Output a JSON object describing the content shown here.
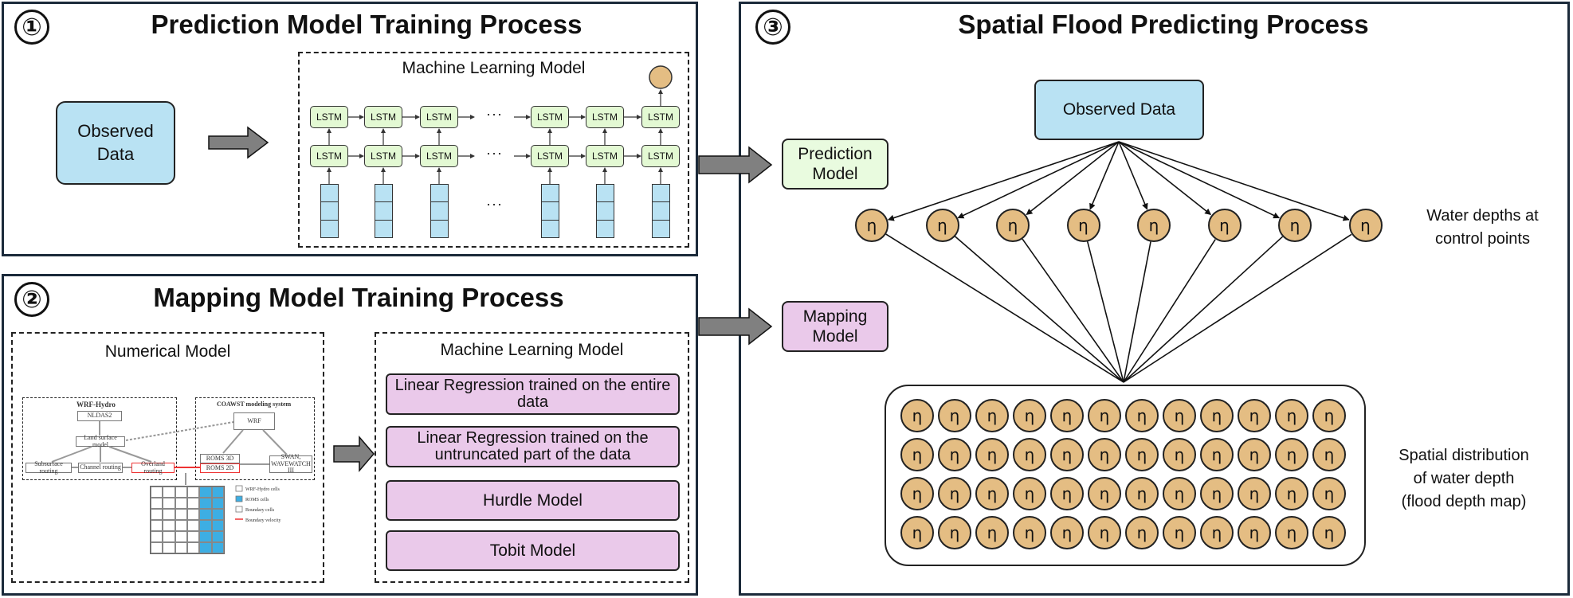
{
  "panel1": {
    "number": "①",
    "title": "Prediction Model Training Process",
    "observed_label": "Observed\nData",
    "ml_label": "Machine Learning Model",
    "lstm_label": "LSTM",
    "ellipsis": "···"
  },
  "panel2": {
    "number": "②",
    "title": "Mapping Model Training Process",
    "numerical_label": "Numerical Model",
    "ml_label": "Machine Learning Model",
    "models": [
      "Linear Regression trained on the entire data",
      "Linear Regression trained on the untruncated part of the data",
      "Hurdle Model",
      "Tobit Model"
    ],
    "schematic": {
      "wrf_hydro": "WRF-Hydro",
      "coawst": "COAWST modeling system",
      "nldas": "NLDAS2",
      "land": "Land surface model",
      "subsurface": "Subsurface routing",
      "channel": "Channel routing",
      "overland": "Overland routing",
      "wrf": "WRF",
      "roms3d": "ROMS 3D",
      "roms2d": "ROMS 2D",
      "swan": "SWAN, WAVEWATCH III",
      "legend": [
        "WRF-Hydro cells",
        "ROMS cells",
        "Boundary cells",
        "Boundary velocity"
      ]
    }
  },
  "panel3": {
    "number": "③",
    "title": "Spatial Flood Predicting Process",
    "observed_label": "Observed Data",
    "eta": "η",
    "control_label": "Water depths at\ncontrol points",
    "spatial_label": "Spatial distribution\nof water depth\n(flood depth map)"
  },
  "prediction_model_label": "Prediction\nModel",
  "mapping_model_label": "Mapping\nModel",
  "colors": {
    "blue_box": "#b9e2f3",
    "green_box": "#e9fbdf",
    "pink_box": "#eac9ea",
    "eta_node": "#e4bd83",
    "arrow": "#808080"
  }
}
